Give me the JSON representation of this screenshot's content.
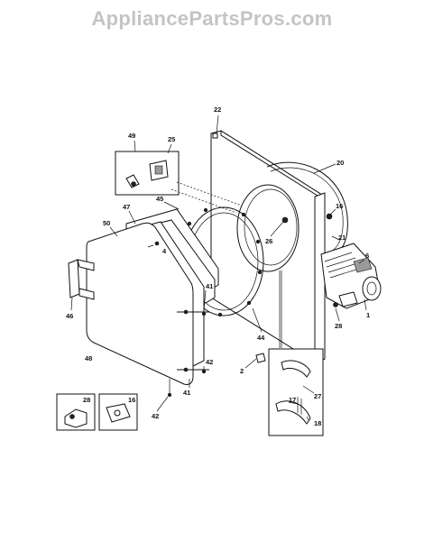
{
  "watermark": "AppliancePartsPros.com",
  "callouts": {
    "c22": "22",
    "c20": "20",
    "c16a": "16",
    "c21": "21",
    "c6": "6",
    "c1": "1",
    "c28a": "28",
    "c26": "26",
    "c49": "49",
    "c25": "25",
    "c45": "45",
    "c47": "47",
    "c50": "50",
    "c4": "4",
    "c41a": "41",
    "c41b": "41",
    "c42a": "42",
    "c42b": "42",
    "c46": "46",
    "c48": "48",
    "c44": "44",
    "c2": "2",
    "c27": "27",
    "c17": "17",
    "c18": "18",
    "c28b": "28",
    "c16b": "16"
  }
}
